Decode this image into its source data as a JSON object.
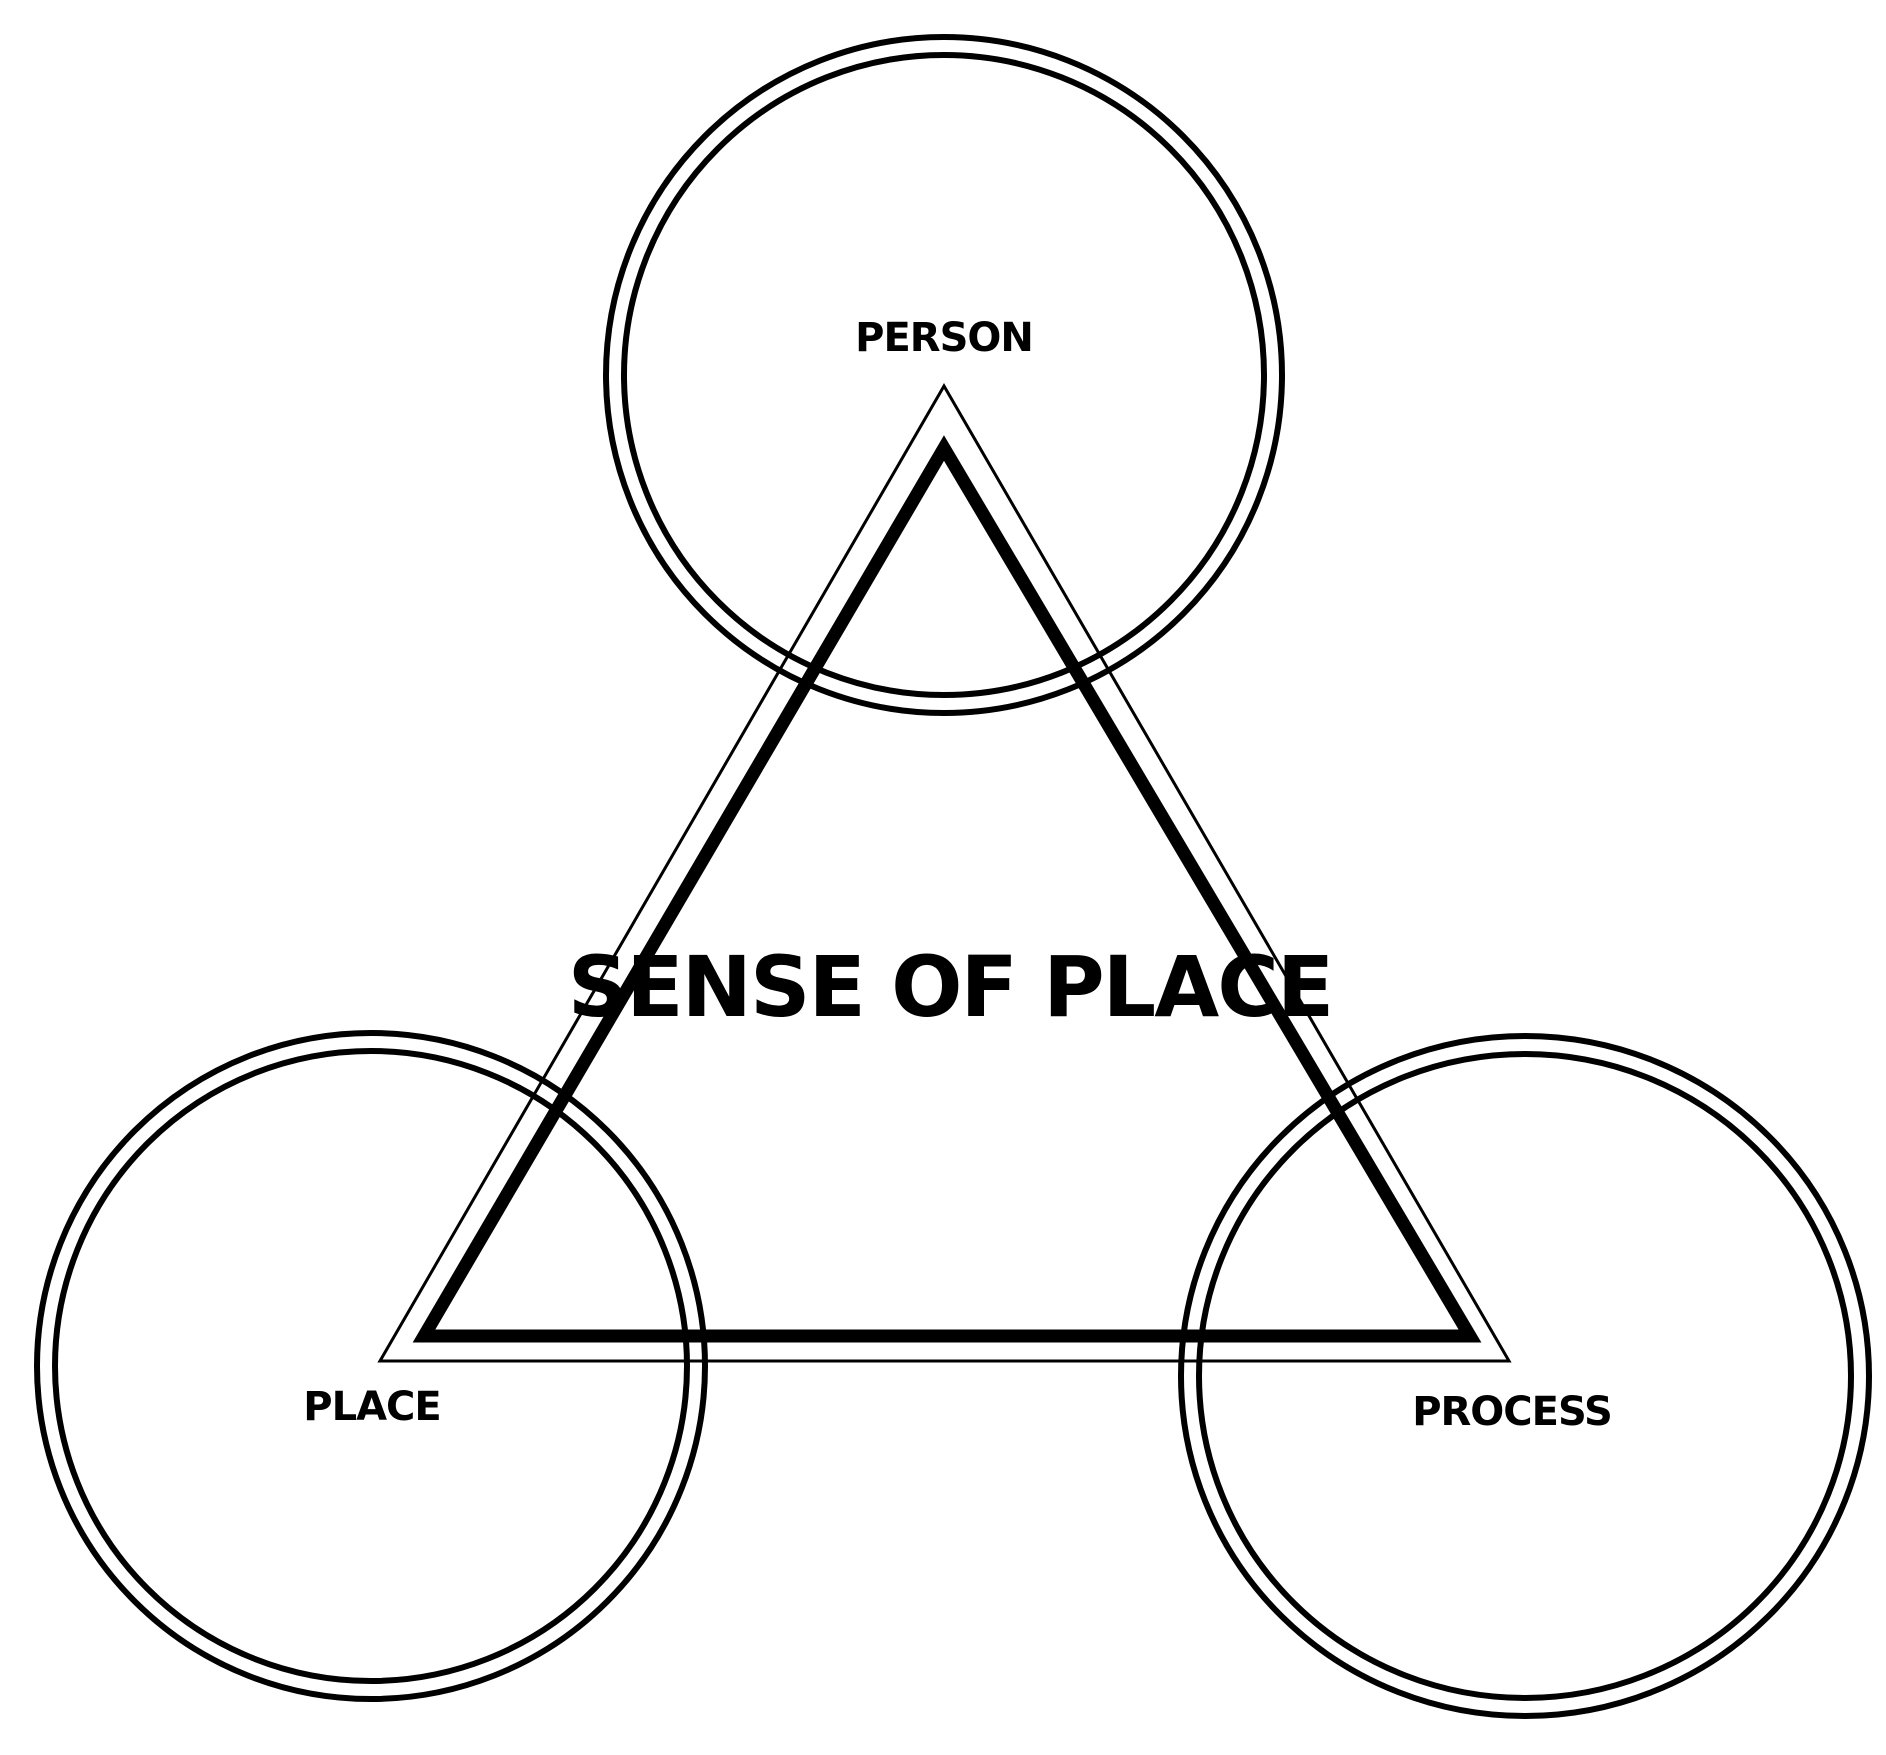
{
  "diagram": {
    "center_label": "SENSE OF PLACE",
    "nodes": [
      {
        "id": "person",
        "label": "PERSON"
      },
      {
        "id": "place",
        "label": "PLACE"
      },
      {
        "id": "process",
        "label": "PROCESS"
      }
    ]
  },
  "colors": {
    "stroke": "#000000",
    "background": "#ffffff"
  }
}
